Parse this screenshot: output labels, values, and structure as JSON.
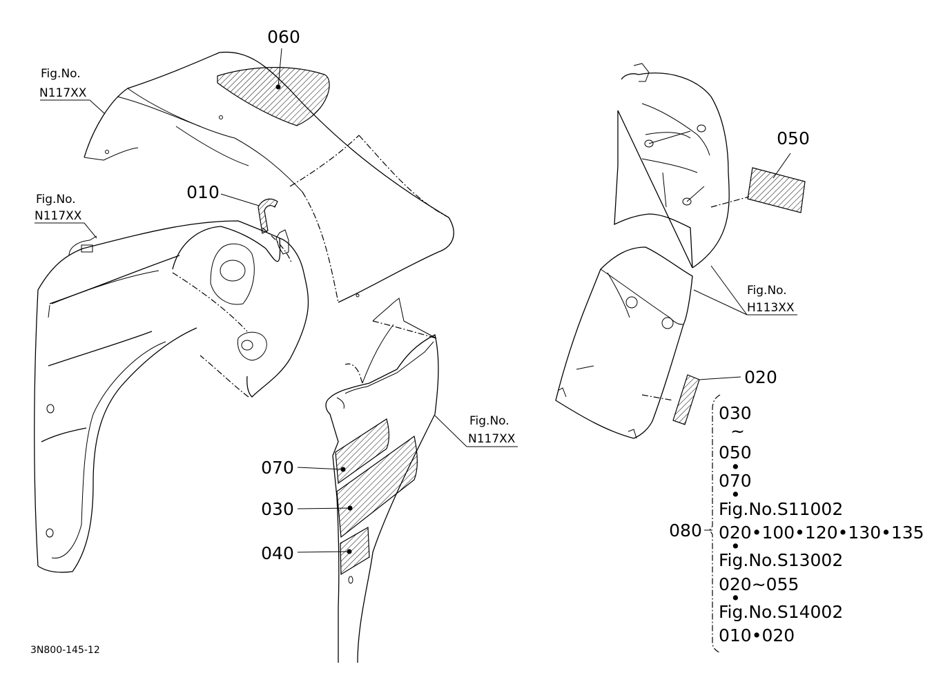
{
  "diagram_id": "3N800-145-12",
  "parts": {
    "p010": "010",
    "p020": "020",
    "p030": "030",
    "p040": "040",
    "p050": "050",
    "p060": "060",
    "p070": "070",
    "p080": "080"
  },
  "fig_refs": {
    "top_left": [
      "Fig.No.",
      "N117XX"
    ],
    "mid_left": [
      "Fig.No.",
      "N117XX"
    ],
    "center": [
      "Fig.No.",
      "N117XX"
    ],
    "right": [
      "Fig.No.",
      "H113XX"
    ]
  },
  "kit_list": {
    "lines": [
      "030",
      "~",
      "050",
      "•",
      "070",
      "•",
      "Fig.No.S11002",
      "020•100•120•130•135",
      "•",
      "Fig.No.S13002",
      "020∼055",
      "•",
      "Fig.No.S14002",
      "010•020"
    ]
  },
  "colors": {
    "line": "#000000",
    "background": "#ffffff"
  }
}
